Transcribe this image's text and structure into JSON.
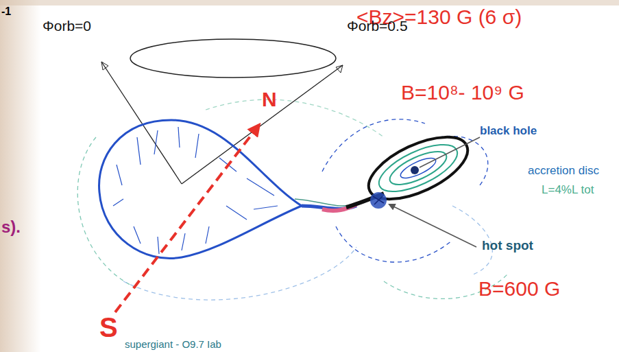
{
  "diagram": {
    "labels": [
      "-1",
      "<Bz>=130 G (6 σ)",
      "Φorb=0",
      "Φorb=0.5",
      "N",
      "B=10⁸- 10⁹ G",
      "black hole",
      "accretion disc",
      "L=4%L tot",
      "s).",
      "hot spot",
      "S",
      "B=600 G",
      "supergiant - O9.7 Iab"
    ]
  }
}
